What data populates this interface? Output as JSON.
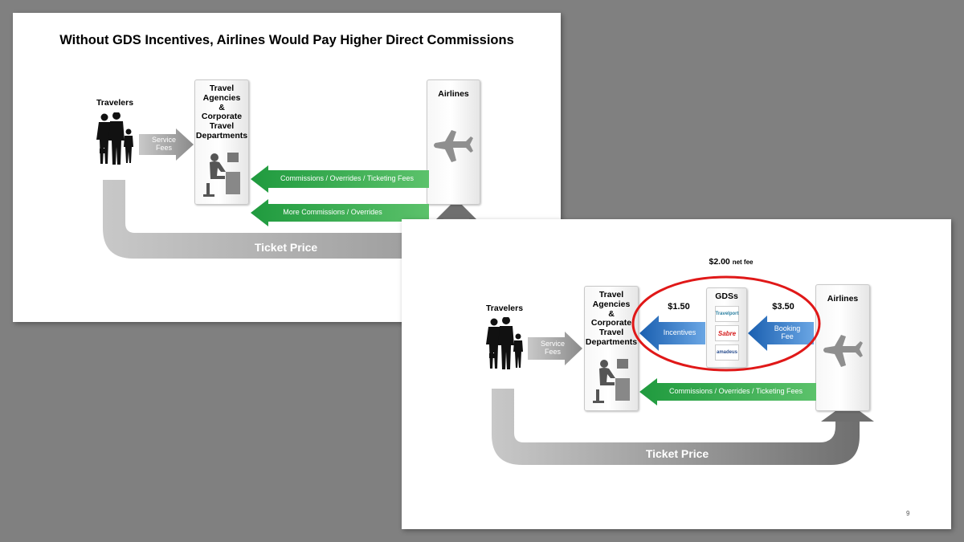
{
  "slide1": {
    "title": "Without GDS Incentives, Airlines Would Pay Higher Direct Commissions",
    "travelers_label": "Travelers",
    "service_fees_label": "Service\nFees",
    "agency_box_label": "Travel\nAgencies\n&\nCorporate\nTravel\nDepartments",
    "airlines_label": "Airlines",
    "arrow_commissions": "Commissions / Overrides / Ticketing Fees",
    "arrow_more_commissions": "More Commissions / Overrides",
    "ticket_price_label": "Ticket Price"
  },
  "slide2": {
    "net_fee_amount": "$2.00",
    "net_fee_suffix": "net fee",
    "travelers_label": "Travelers",
    "service_fees_label": "Service\nFees",
    "agency_box_label": "Travel\nAgencies\n&\nCorporate\nTravel\nDepartments",
    "gds_label": "GDSs",
    "gds_logos": [
      "Travelport",
      "Sabre",
      "amadeus"
    ],
    "airlines_label": "Airlines",
    "incentives_amount": "$1.50",
    "incentives_label": "Incentives",
    "booking_amount": "$3.50",
    "booking_label": "Booking\nFee",
    "arrow_commissions": "Commissions / Overrides / Ticketing Fees",
    "ticket_price_label": "Ticket Price",
    "page_number": "9"
  },
  "colors": {
    "background": "#808080",
    "green_arrow": "#2ea94a",
    "blue_arrow": "#1f6fc2",
    "red_circle": "#e01818",
    "gray_arrow": "#9a9a9a",
    "silhouette": "#111111",
    "plane": "#8f8f8f"
  },
  "icons": {
    "travelers": "family-silhouette-icon",
    "agent": "desk-worker-silhouette-icon",
    "airline": "airplane-icon"
  }
}
